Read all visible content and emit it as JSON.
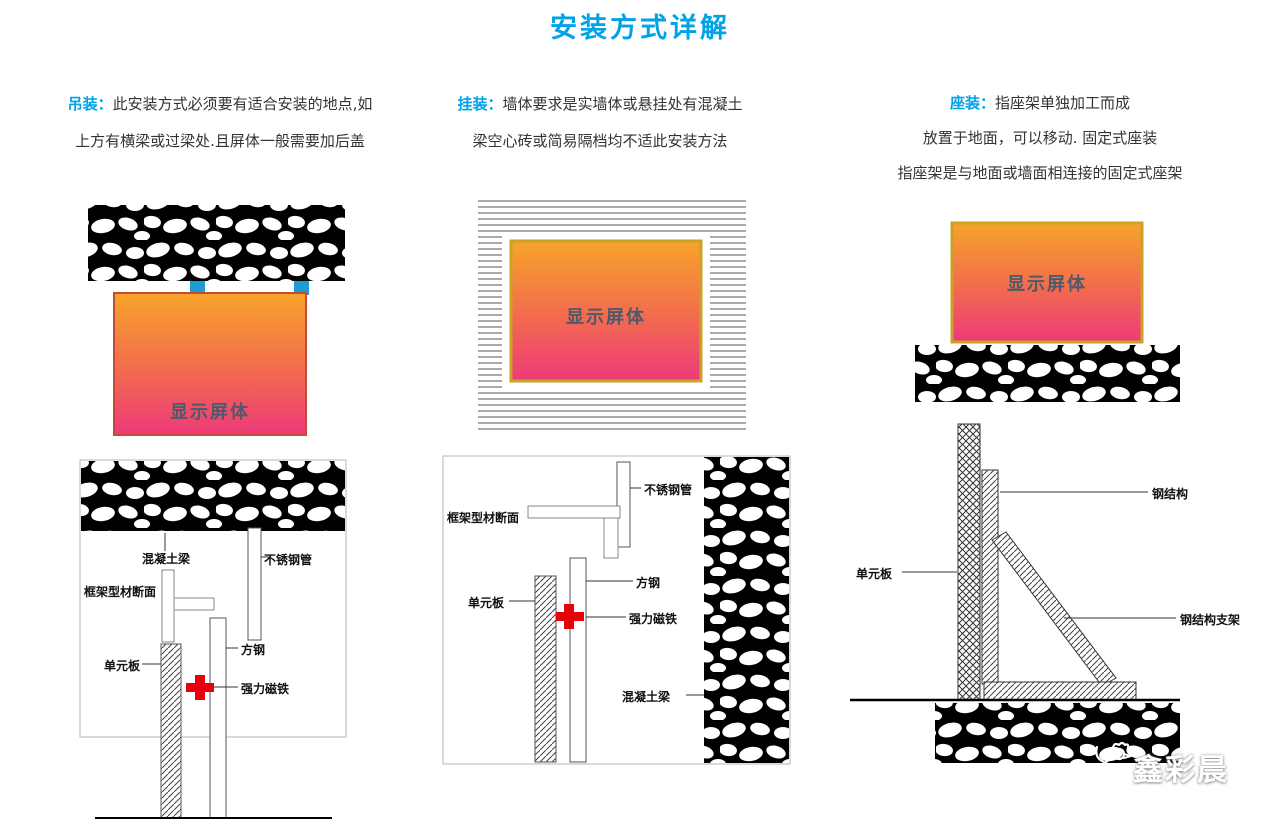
{
  "page": {
    "title": "安装方式详解"
  },
  "colors": {
    "accent": "#00A2E8",
    "screen_gradient_top": "#F7A42A",
    "screen_gradient_bottom": "#EE3A7A",
    "magnet_red": "#E8000D",
    "connector_blue": "#1E9CD7"
  },
  "sections": [
    {
      "id": "hanging",
      "heading": "吊装：",
      "line1": "此安装方式必须要有适合安装的地点,如",
      "line2": "上方有横梁或过梁处.且屏体一般需要加后盖",
      "screen_label": "显示屏体",
      "labels": {
        "concrete_beam": "混凝土梁",
        "frame_profile": "框架型材断面",
        "steel_tube": "不锈钢管",
        "square_steel": "方钢",
        "unit_panel": "单元板",
        "magnet": "强力磁铁"
      }
    },
    {
      "id": "wall-mount",
      "heading": "挂装：",
      "line1": "墙体要求是实墙体或悬挂处有混凝土",
      "line2": "梁空心砖或简易隔档均不适此安装方法",
      "screen_label": "显示屏体",
      "labels": {
        "steel_tube": "不锈钢管",
        "frame_profile": "框架型材断面",
        "square_steel": "方钢",
        "unit_panel": "单元板",
        "magnet": "强力磁铁",
        "concrete_beam": "混凝土梁"
      }
    },
    {
      "id": "seat-mount",
      "heading": "座装：",
      "line1": "指座架单独加工而成",
      "line2": "放置于地面，可以移动. 固定式座装",
      "line3": "指座架是与地面或墙面相连接的固定式座架",
      "screen_label": "显示屏体",
      "labels": {
        "steel_structure": "钢结构",
        "unit_panel": "单元板",
        "steel_support": "钢结构支架"
      }
    }
  ],
  "logo": {
    "text": "鑫彩晨",
    "icon": "rooster-icon"
  }
}
